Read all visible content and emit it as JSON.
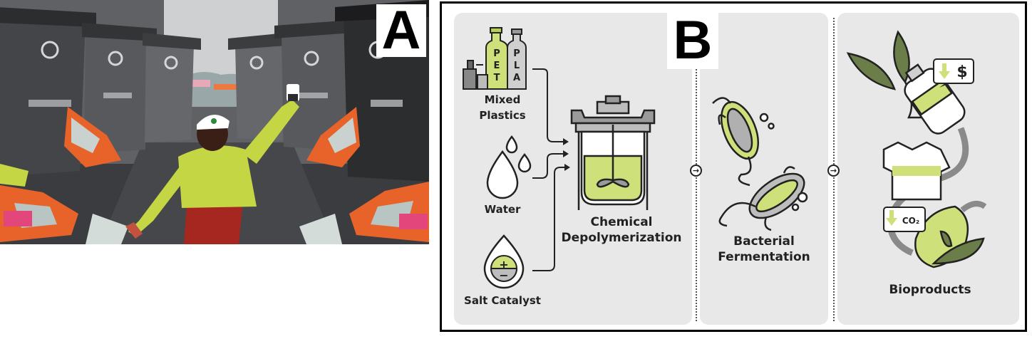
{
  "panel_a": {
    "label": "A",
    "icons": [
      "recycle-icon",
      "person-holding-cup"
    ],
    "colors": {
      "sky": "#cfd0d2",
      "bin": "#4a4b4e",
      "shirt": "#c4d643",
      "pants": "#a6271f",
      "orange": "#e8632a"
    }
  },
  "panel_b": {
    "label": "B",
    "inputs": {
      "mixed_plastics": "Mixed Plastics",
      "water": "Water",
      "salt_catalyst": "Salt Catalyst"
    },
    "bottle_letters": {
      "pet": [
        "P",
        "E",
        "T"
      ],
      "pla": [
        "P",
        "L",
        "A"
      ]
    },
    "steps": {
      "chemical": [
        "Chemical",
        "Depolymerization"
      ],
      "bacterial": [
        "Bacterial",
        "Fermentation"
      ],
      "bioproducts": "Bioproducts"
    },
    "badges": {
      "cost": "$",
      "co2": "CO₂"
    },
    "catalyst_signs": [
      "+",
      "−"
    ],
    "arrow_glyph": "→",
    "colors": {
      "accent": "#cde07a",
      "accent_dark": "#b5cc58",
      "stage_bg": "#e8e8e8",
      "ink": "#222222"
    }
  }
}
